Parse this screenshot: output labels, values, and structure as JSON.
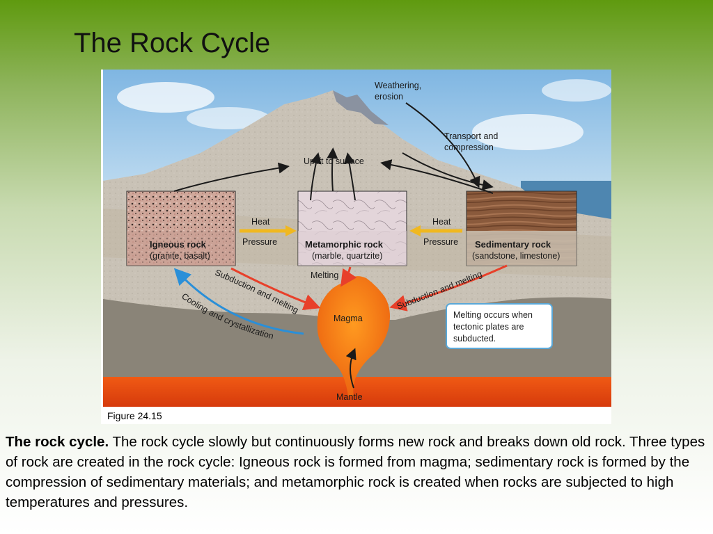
{
  "slide": {
    "title": "The Rock Cycle"
  },
  "figure": {
    "label": "Figure 24.15",
    "labels": {
      "weathering_1": "Weathering,",
      "weathering_2": "erosion",
      "transport_1": "Transport and",
      "transport_2": "compression",
      "uplift": "Uplift to surface",
      "heat_left": "Heat",
      "pressure_left": "Pressure",
      "heat_right": "Heat",
      "pressure_right": "Pressure",
      "melting": "Melting",
      "magma": "Magma",
      "mantle": "Mantle",
      "subduction_left": "Subduction and melting",
      "cooling": "Cooling and crystallization",
      "subduction_right": "Subduction and melting"
    },
    "rocks": [
      {
        "name": "Igneous rock",
        "examples": "(granite, basalt)"
      },
      {
        "name": "Metamorphic rock",
        "examples": "(marble, quartzite)"
      },
      {
        "name": "Sedimentary rock",
        "examples": "(sandstone, limestone)"
      }
    ],
    "callout": {
      "line1": "Melting occurs when",
      "line2": "tectonic plates are",
      "line3": "subducted."
    },
    "colors": {
      "sky": "#8fc3ea",
      "mountain": "#d4c8b6",
      "mantle": "#e04a10",
      "magma": "#f07a18",
      "arrow_red": "#e8402a",
      "arrow_blue": "#2a8fd8",
      "arrow_yellow": "#f0b820",
      "callout_border": "#5aa8d8"
    }
  },
  "caption": {
    "bold": "The rock cycle.",
    "text": " The rock cycle slowly but continuously forms new rock and breaks down old rock. Three types of rock are created in the rock cycle: Igneous rock is formed from magma; sedimentary rock is formed by the compression of sedimentary materials; and metamorphic rock is created when rocks are subjected to high temperatures and pressures."
  }
}
